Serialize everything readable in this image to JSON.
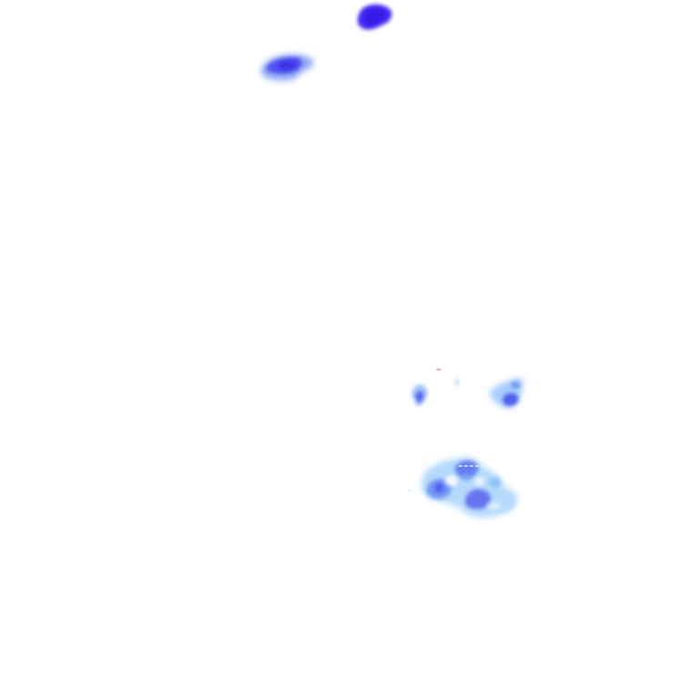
{
  "colors": {
    "background": "#ffffff",
    "intensity_heavy": "#3b22f0",
    "intensity_strong": "#4a52ee",
    "intensity_moderate": "#6b8bf2",
    "intensity_light": "#9cc8fb",
    "intensity_trace": "#d6ecff",
    "speck_pink": "#e8a6d6"
  },
  "cells": [
    {
      "name": "radar-cell-north",
      "intensity": "heavy"
    },
    {
      "name": "radar-cell-northwest",
      "intensity": "strong"
    },
    {
      "name": "radar-cell-central-west",
      "intensity": "moderate"
    },
    {
      "name": "radar-cell-central-east",
      "intensity": "moderate"
    },
    {
      "name": "radar-cell-south",
      "intensity": "light"
    }
  ]
}
